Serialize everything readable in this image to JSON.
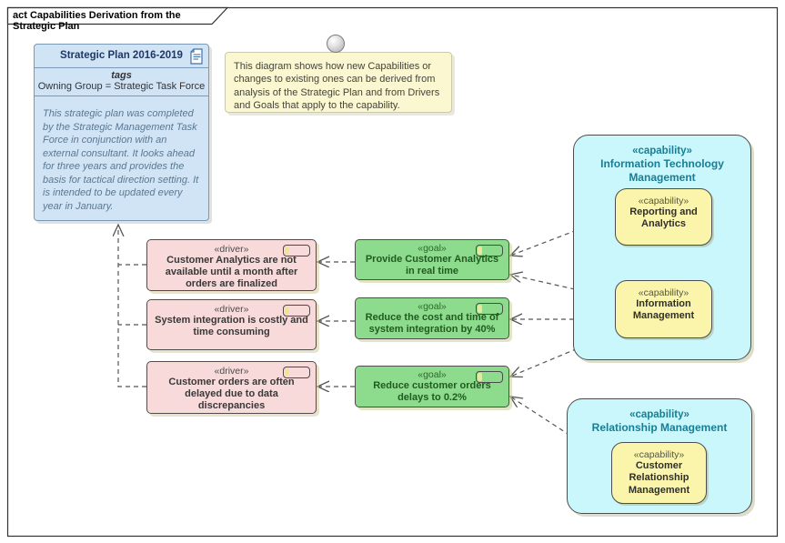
{
  "frame": {
    "title": "act Capabilities Derivation from the Strategic Plan"
  },
  "strategic_plan": {
    "title": "Strategic Plan 2016-2019",
    "tags_label": "tags",
    "tag_value": "Owning Group = Strategic Task Force",
    "description": "This strategic plan was completed by the Strategic Management Task Force in conjunction with an external consultant. It looks ahead for three years and provides the basis for tactical direction setting. It is intended to be updated every year in January.",
    "doc_icon": "document-icon"
  },
  "note": {
    "text": "This diagram shows how new Capabilities or changes to existing ones can be derived from analysis of the Strategic Plan and from Drivers and Goals that apply to the capability.",
    "pin_icon": "sphere-pin-icon"
  },
  "drivers": [
    {
      "stereotype": "«driver»",
      "name": "Customer Analytics are not available until a month after orders are finalized"
    },
    {
      "stereotype": "«driver»",
      "name": "System integration is costly and time consuming"
    },
    {
      "stereotype": "«driver»",
      "name": "Customer orders are often delayed due to data discrepancies"
    }
  ],
  "goals": [
    {
      "stereotype": "«goal»",
      "name": "Provide Customer Analytics in real time"
    },
    {
      "stereotype": "«goal»",
      "name": "Reduce the cost and time of system integration by 40%"
    },
    {
      "stereotype": "«goal»",
      "name": "Reduce customer orders delays to 0.2%"
    }
  ],
  "capability_groups": [
    {
      "stereotype": "«capability»",
      "name": "Information Technology Management",
      "children": [
        {
          "stereotype": "«capability»",
          "name": "Reporting and Analytics"
        },
        {
          "stereotype": "«capability»",
          "name": "Information Management"
        }
      ]
    },
    {
      "stereotype": "«capability»",
      "name": "Relationship Management",
      "children": [
        {
          "stereotype": "«capability»",
          "name": "Customer Relationship Management"
        }
      ]
    }
  ],
  "colors": {
    "driver_fill": "#f8dada",
    "goal_fill": "#8ddc8d",
    "capability_group_fill": "#c9f7fb",
    "capability_fill": "#fbf5ac",
    "plan_note_fill": "#d0e4f6",
    "sticky_note_fill": "#fbf7d0",
    "capability_text": "#177e95",
    "goal_text": "#215a21",
    "connector_stroke": "#555555"
  }
}
